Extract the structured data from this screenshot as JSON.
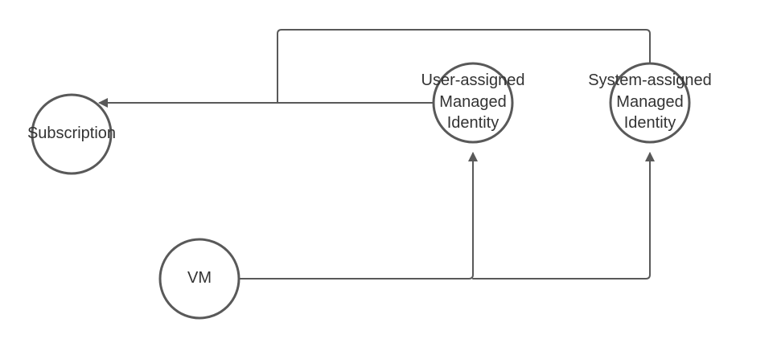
{
  "diagram": {
    "nodes": {
      "subscription": {
        "label": "Subscription"
      },
      "user_assigned": {
        "line1": "User-assigned",
        "line2": "Managed",
        "line3": "Identity"
      },
      "system_assigned": {
        "line1": "System-assigned",
        "line2": "Managed",
        "line3": "Identity"
      },
      "vm": {
        "label": "VM"
      }
    },
    "colors": {
      "stroke": "#595959",
      "text": "#333333",
      "background": "#ffffff"
    }
  }
}
